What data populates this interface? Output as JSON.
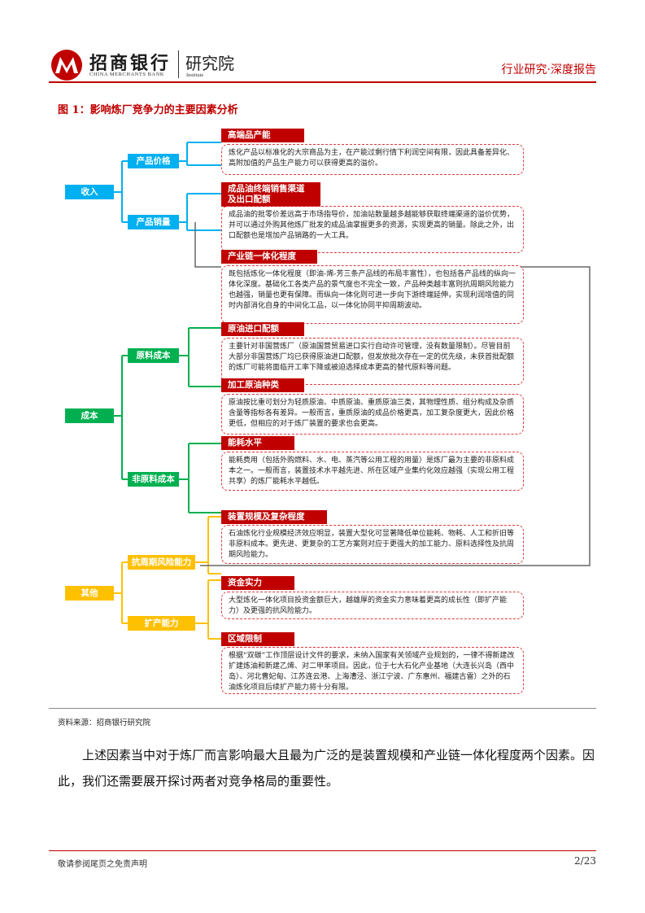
{
  "header": {
    "bank_cn": "招商银行",
    "bank_en": "CHINA MERCHANTS BANK",
    "institute_cn": "研究院",
    "institute_en": "Institute",
    "report_type": "行业研究·深度报告"
  },
  "figure": {
    "title": "图 1：影响炼厂竞争力的主要因素分析",
    "categories": {
      "income": "收入",
      "cost": "成本",
      "other": "其他"
    },
    "subcategories": {
      "price": "产品价格",
      "sales": "产品销量",
      "raw_cost": "原料成本",
      "nonraw_cost": "非原料成本",
      "cycle_risk": "抗周期风险能力",
      "expansion": "扩产能力"
    },
    "factors": [
      {
        "title": "高端品产能",
        "desc": "炼化产品以标准化的大宗商品为主，在产能过剩行情下利润空间有限，因此具备差异化、高附加值的产品生产能力可以获得更高的溢价。"
      },
      {
        "title": "成品油终端销售渠道及出口配额",
        "desc": "成品油的批零价差远高于市场指导价，加油站数量越多越能够获取终端渠道的溢价优势，并可以通过外购其他炼厂批发的成品油掌握更多的资源，实现更高的销量。除此之外，出口配额也是增加产品销路的一大工具。"
      },
      {
        "title": "产业链一体化程度",
        "desc": "既包括炼化一体化程度（即油-烯-芳三条产品线的布局丰富性），也包括各产品线的纵向一体化深度。基础化工各类产品的景气度也不完全一致，产品种类越丰富则抗周期风险能力也越强，销量也更有保障。而纵向一体化则可进一步向下游终端延伸，实现利润增值的同时内部消化自身的中间化工品，以一体化协同平抑周期波动。"
      },
      {
        "title": "原油进口配额",
        "desc": "主要针对非国营炼厂（原油国营贸易进口实行自动许可管理，没有数量限制）。尽管目前大部分非国营炼厂均已获得原油进口配额，但发放批次存在一定的优先级，未获首批配额的炼厂可能将面临开工率下降或被迫选择成本更高的替代原料等问题。"
      },
      {
        "title": "加工原油种类",
        "desc": "原油按比重可划分为轻质原油、中质原油、重质原油三类，其物理性质、组分构成及杂质含量等指标各有差异。一般而言，重质原油的成品价格更高，加工复杂度更大，因此价格更低，但相应的对于炼厂装置的要求也会更高。"
      },
      {
        "title": "能耗水平",
        "desc": "能耗费用（包括外购燃料、水、电、蒸汽等公用工程的用量）是炼厂最为主要的非原料成本之一。一般而言，装置技术水平越先进、所在区域产业集约化效应越强（实现公用工程共享）的炼厂能耗水平越低。"
      },
      {
        "title": "装置规模及复杂程度",
        "desc": "石油炼化行业规模经济效应明显，装置大型化可显著降低单位能耗、物耗、人工和折旧等非原料成本。更先进、更复杂的工艺方案则对应于更强大的加工能力、原料选择性及抗周期风险能力。"
      },
      {
        "title": "资金实力",
        "desc": "大型炼化一体化项目投资金额巨大，越雄厚的资金实力意味着更高的成长性（即扩产能力）及更强的抗风险能力。"
      },
      {
        "title": "区域限制",
        "desc": "根据“双碳”工作顶层设计文件的要求，未纳入国家有关领域产业规划的，一律不得新建改扩建炼油和新建乙烯、对二甲苯项目。因此，位于七大石化产业基地（大连长兴岛（西中岛）、河北曹妃甸、江苏连云港、上海漕泾、浙江宁波、广东惠州、福建古雷）之外的石油炼化项目后续扩产能力将十分有限。"
      }
    ]
  },
  "source": "资料来源：招商银行研究院",
  "body_text": "上述因素当中对于炼厂而言影响最大且最为广泛的是装置规模和产业链一体化程度两个因素。因此，我们还需要展开探讨两者对竞争格局的重要性。",
  "footer": {
    "disclaimer": "敬请参阅尾页之免责声明",
    "page": "2/23"
  },
  "colors": {
    "brand_red": "#c00000",
    "blue": "#00b0f0",
    "green": "#00b050",
    "yellow": "#ffc000"
  }
}
